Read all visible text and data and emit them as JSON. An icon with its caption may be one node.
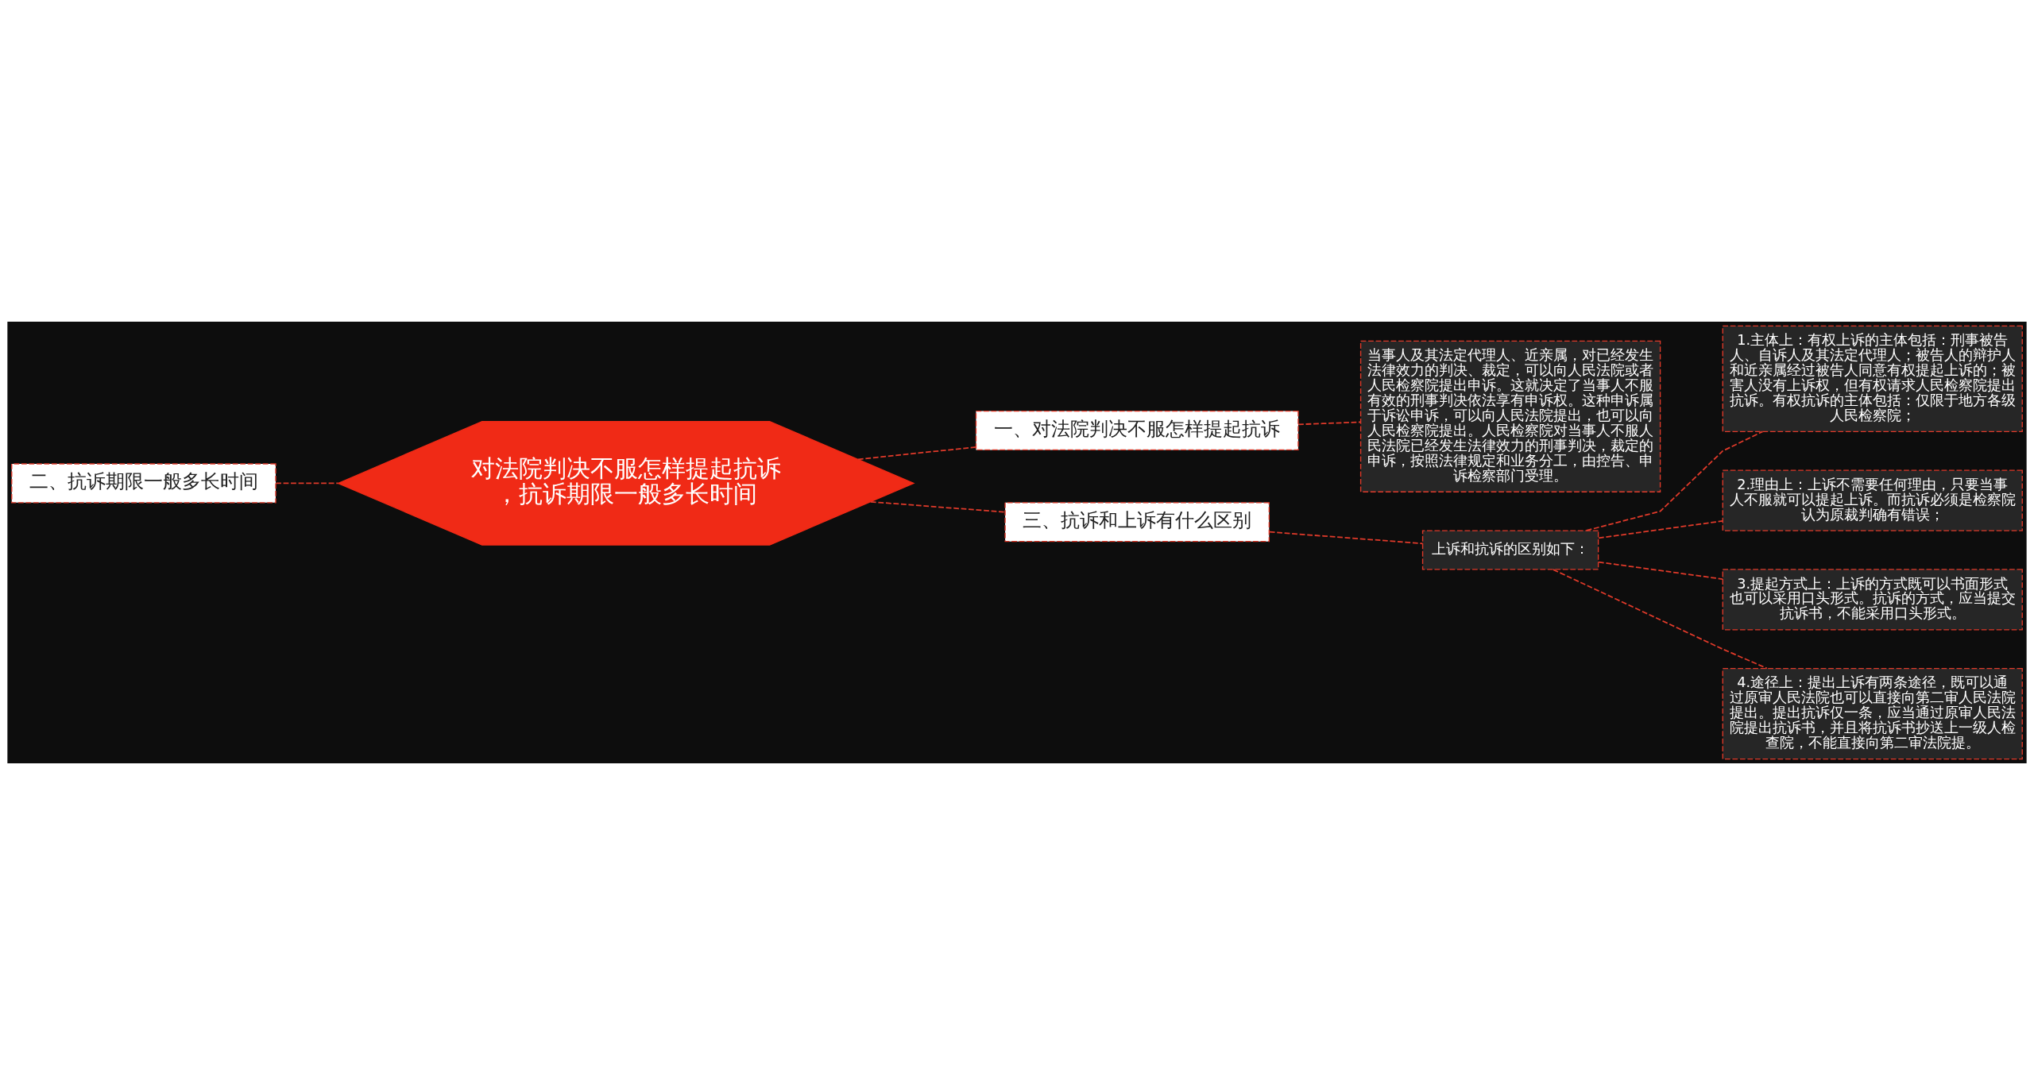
{
  "diagram": {
    "nodes": [
      {
        "text": [
          "对法院判决不服怎样提起抗诉，抗诉期限一般多长时间"
        ]
      },
      {
        "text": [
          "二、抗诉期限一般多长时间"
        ]
      },
      {
        "text": [
          "一、对法院判决不服怎样提起抗诉"
        ]
      },
      {
        "text": [
          "当事人及其法定代理人、近亲属，对已经发生法律效力的判决、裁定，可以向人民法院或者人民检察院提出申诉。这就决定了当事人不服有效的刑事判决依法享有申诉权。这种申诉属于诉讼申诉，可以向人民法院提出，也可以向人民检察院提出。人民检察院对当事人不服人民法院已经发生法律效力的刑事判决，裁定的申诉，按照法律规定和业务分工，由控告、申诉检察部门受理。"
        ]
      },
      {
        "text": [
          "三、抗诉和上诉有什么区别"
        ]
      },
      {
        "text": [
          "上诉和抗诉的区别如下："
        ]
      },
      {
        "text": [
          "1.主体上：有权上诉的主体包括：刑事被告人、自诉人及其法定代理人；被告人的辩护人和近亲属经过被告人同意有权提起上诉的；被害人没有上诉权，但有权请求人民检察院提出抗诉。有权抗诉的主体包括：仅限于地方各级人民检察院；"
        ]
      },
      {
        "text": [
          "2.理由上：上诉不需要任何理由，只要当事人不服就可以提起上诉。而抗诉必须是检察院认为原裁判确有错误；"
        ]
      },
      {
        "text": [
          "3.提起方式上：上诉的方式既可以书面形式也可以采用口头形式。抗诉的方式，应当提交抗诉书，不能采用口头形式。"
        ]
      },
      {
        "text": [
          "4.途径上：提出上诉有两条途径，既可以通过原审人民法院也可以直接向第二审人民法院提出。提出抗诉仅一条，应当通过原审人民法院提出抗诉书，并且将抗诉书抄送上一级人检查院，不能直接向第二审法院提。"
        ]
      }
    ],
    "edges": [
      {
        "from": 0,
        "to": 1,
        "arrow": "none",
        "style": "dashed"
      },
      {
        "from": 0,
        "to": 2,
        "arrow": "none",
        "style": "dashed"
      },
      {
        "from": 2,
        "to": 3,
        "arrow": "none",
        "style": "dashed"
      },
      {
        "from": 0,
        "to": 4,
        "arrow": "none",
        "style": "dashed"
      },
      {
        "from": 4,
        "to": 5,
        "arrow": "none",
        "style": "dashed"
      },
      {
        "from": 5,
        "to": 6,
        "arrow": "none",
        "style": "dashed"
      },
      {
        "from": 5,
        "to": 7,
        "arrow": "none",
        "style": "dashed"
      },
      {
        "from": 5,
        "to": 8,
        "arrow": "none",
        "style": "dashed"
      },
      {
        "from": 5,
        "to": 9,
        "arrow": "none",
        "style": "dashed"
      }
    ]
  }
}
